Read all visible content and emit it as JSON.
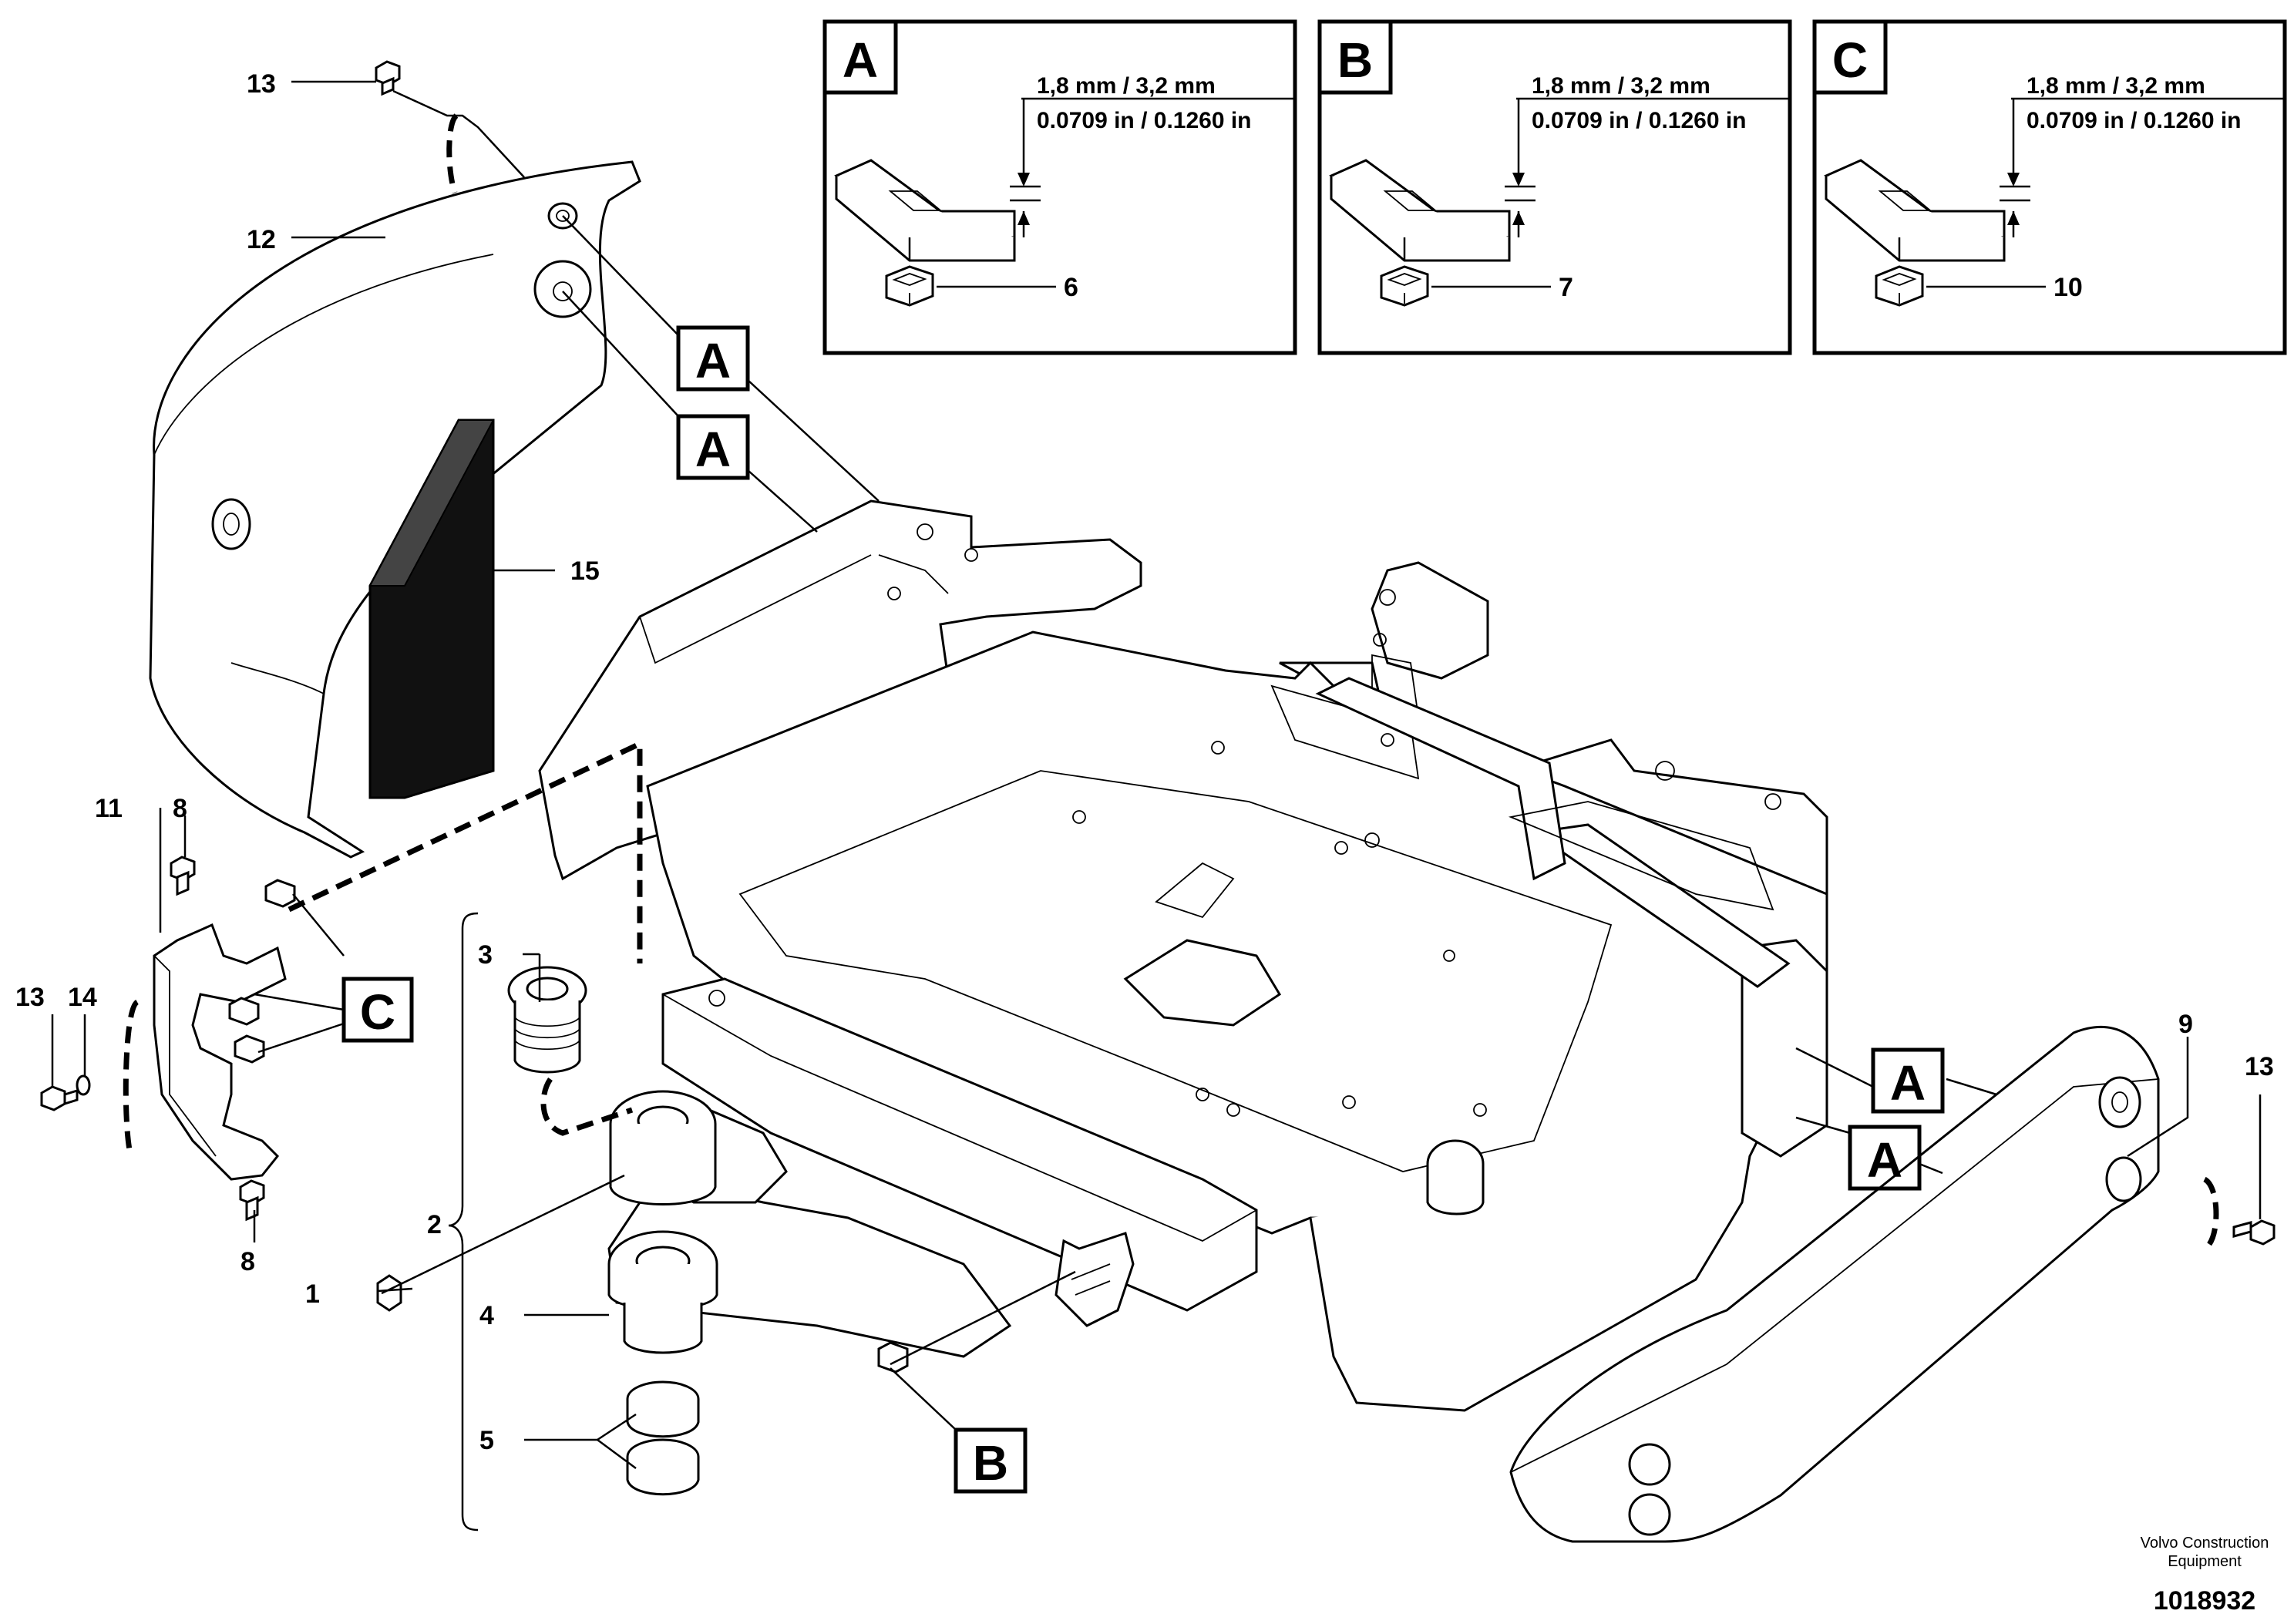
{
  "detail_boxes": [
    {
      "letter": "A",
      "dim_mm": "1,8 mm / 3,2 mm",
      "dim_in": "0.0709 in / 0.1260 in",
      "part_no": "6"
    },
    {
      "letter": "B",
      "dim_mm": "1,8 mm / 3,2 mm",
      "dim_in": "0.0709 in / 0.1260 in",
      "part_no": "7"
    },
    {
      "letter": "C",
      "dim_mm": "1,8 mm / 3,2 mm",
      "dim_in": "0.0709 in / 0.1260 in",
      "part_no": "10"
    }
  ],
  "part_labels": {
    "p13_top": "13",
    "p12": "12",
    "p15": "15",
    "p11": "11",
    "p8_top": "8",
    "p8_bottom": "8",
    "p13_left": "13",
    "p14": "14",
    "p3": "3",
    "p2": "2",
    "p1": "1",
    "p4": "4",
    "p5": "5",
    "p9": "9",
    "p13_right": "13"
  },
  "callouts": {
    "a1": "A",
    "a2": "A",
    "a3": "A",
    "a4": "A",
    "b1": "B",
    "c1": "C"
  },
  "footer": {
    "credit_line1": "Volvo Construction",
    "credit_line2": "Equipment",
    "doc_number": "1018932"
  }
}
